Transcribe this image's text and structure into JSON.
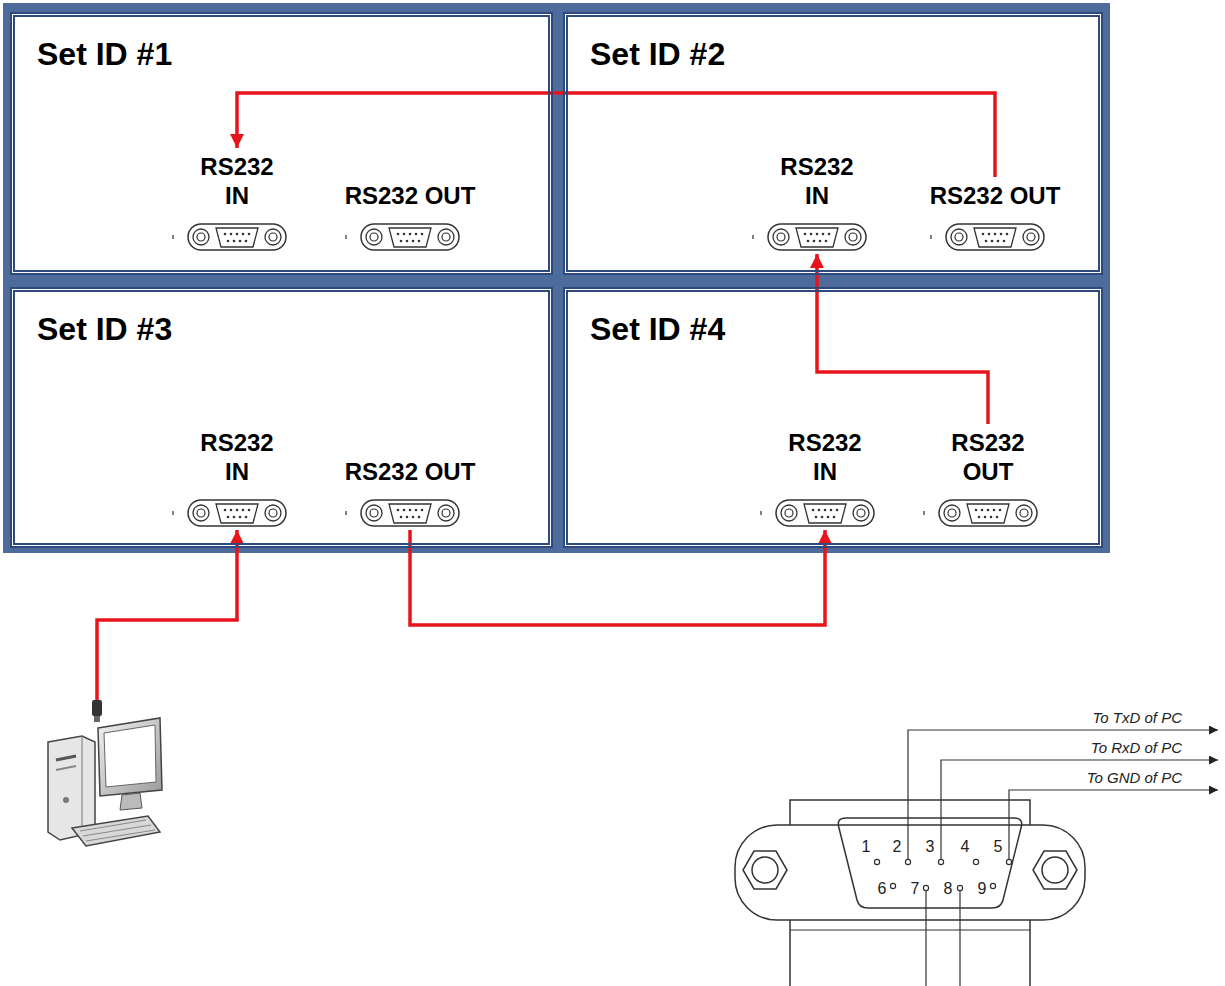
{
  "diagram": {
    "nodes": [
      {
        "text": [
          "Set ID #1"
        ]
      },
      {
        "text": [
          "RS232 IN"
        ],
        "in": 0
      },
      {
        "text": [
          "RS232 OUT"
        ],
        "in": 0
      },
      {
        "text": [
          "Set ID #2"
        ]
      },
      {
        "text": [
          "RS232 IN"
        ],
        "in": 3
      },
      {
        "text": [
          "RS232 OUT"
        ],
        "in": 3
      },
      {
        "text": [
          "Set ID #3"
        ]
      },
      {
        "text": [
          "RS232 IN"
        ],
        "in": 6
      },
      {
        "text": [
          "RS232 OUT"
        ],
        "in": 6
      },
      {
        "text": [
          "Set ID #4"
        ]
      },
      {
        "text": [
          "RS232 IN"
        ],
        "in": 9
      },
      {
        "text": [
          "RS232 OUT"
        ],
        "in": 9
      }
    ],
    "edges": [
      {
        "from": 5,
        "to": 1,
        "arrow": "to"
      },
      {
        "from": 8,
        "to": 10,
        "arrow": "to"
      },
      {
        "from": 11,
        "to": 4,
        "arrow": "to"
      }
    ],
    "labels": [
      "To TxD of PC",
      "To RxD of PC",
      "To GND of PC",
      "1",
      "2",
      "3",
      "4",
      "5",
      "6",
      "7",
      "8",
      "9"
    ]
  }
}
